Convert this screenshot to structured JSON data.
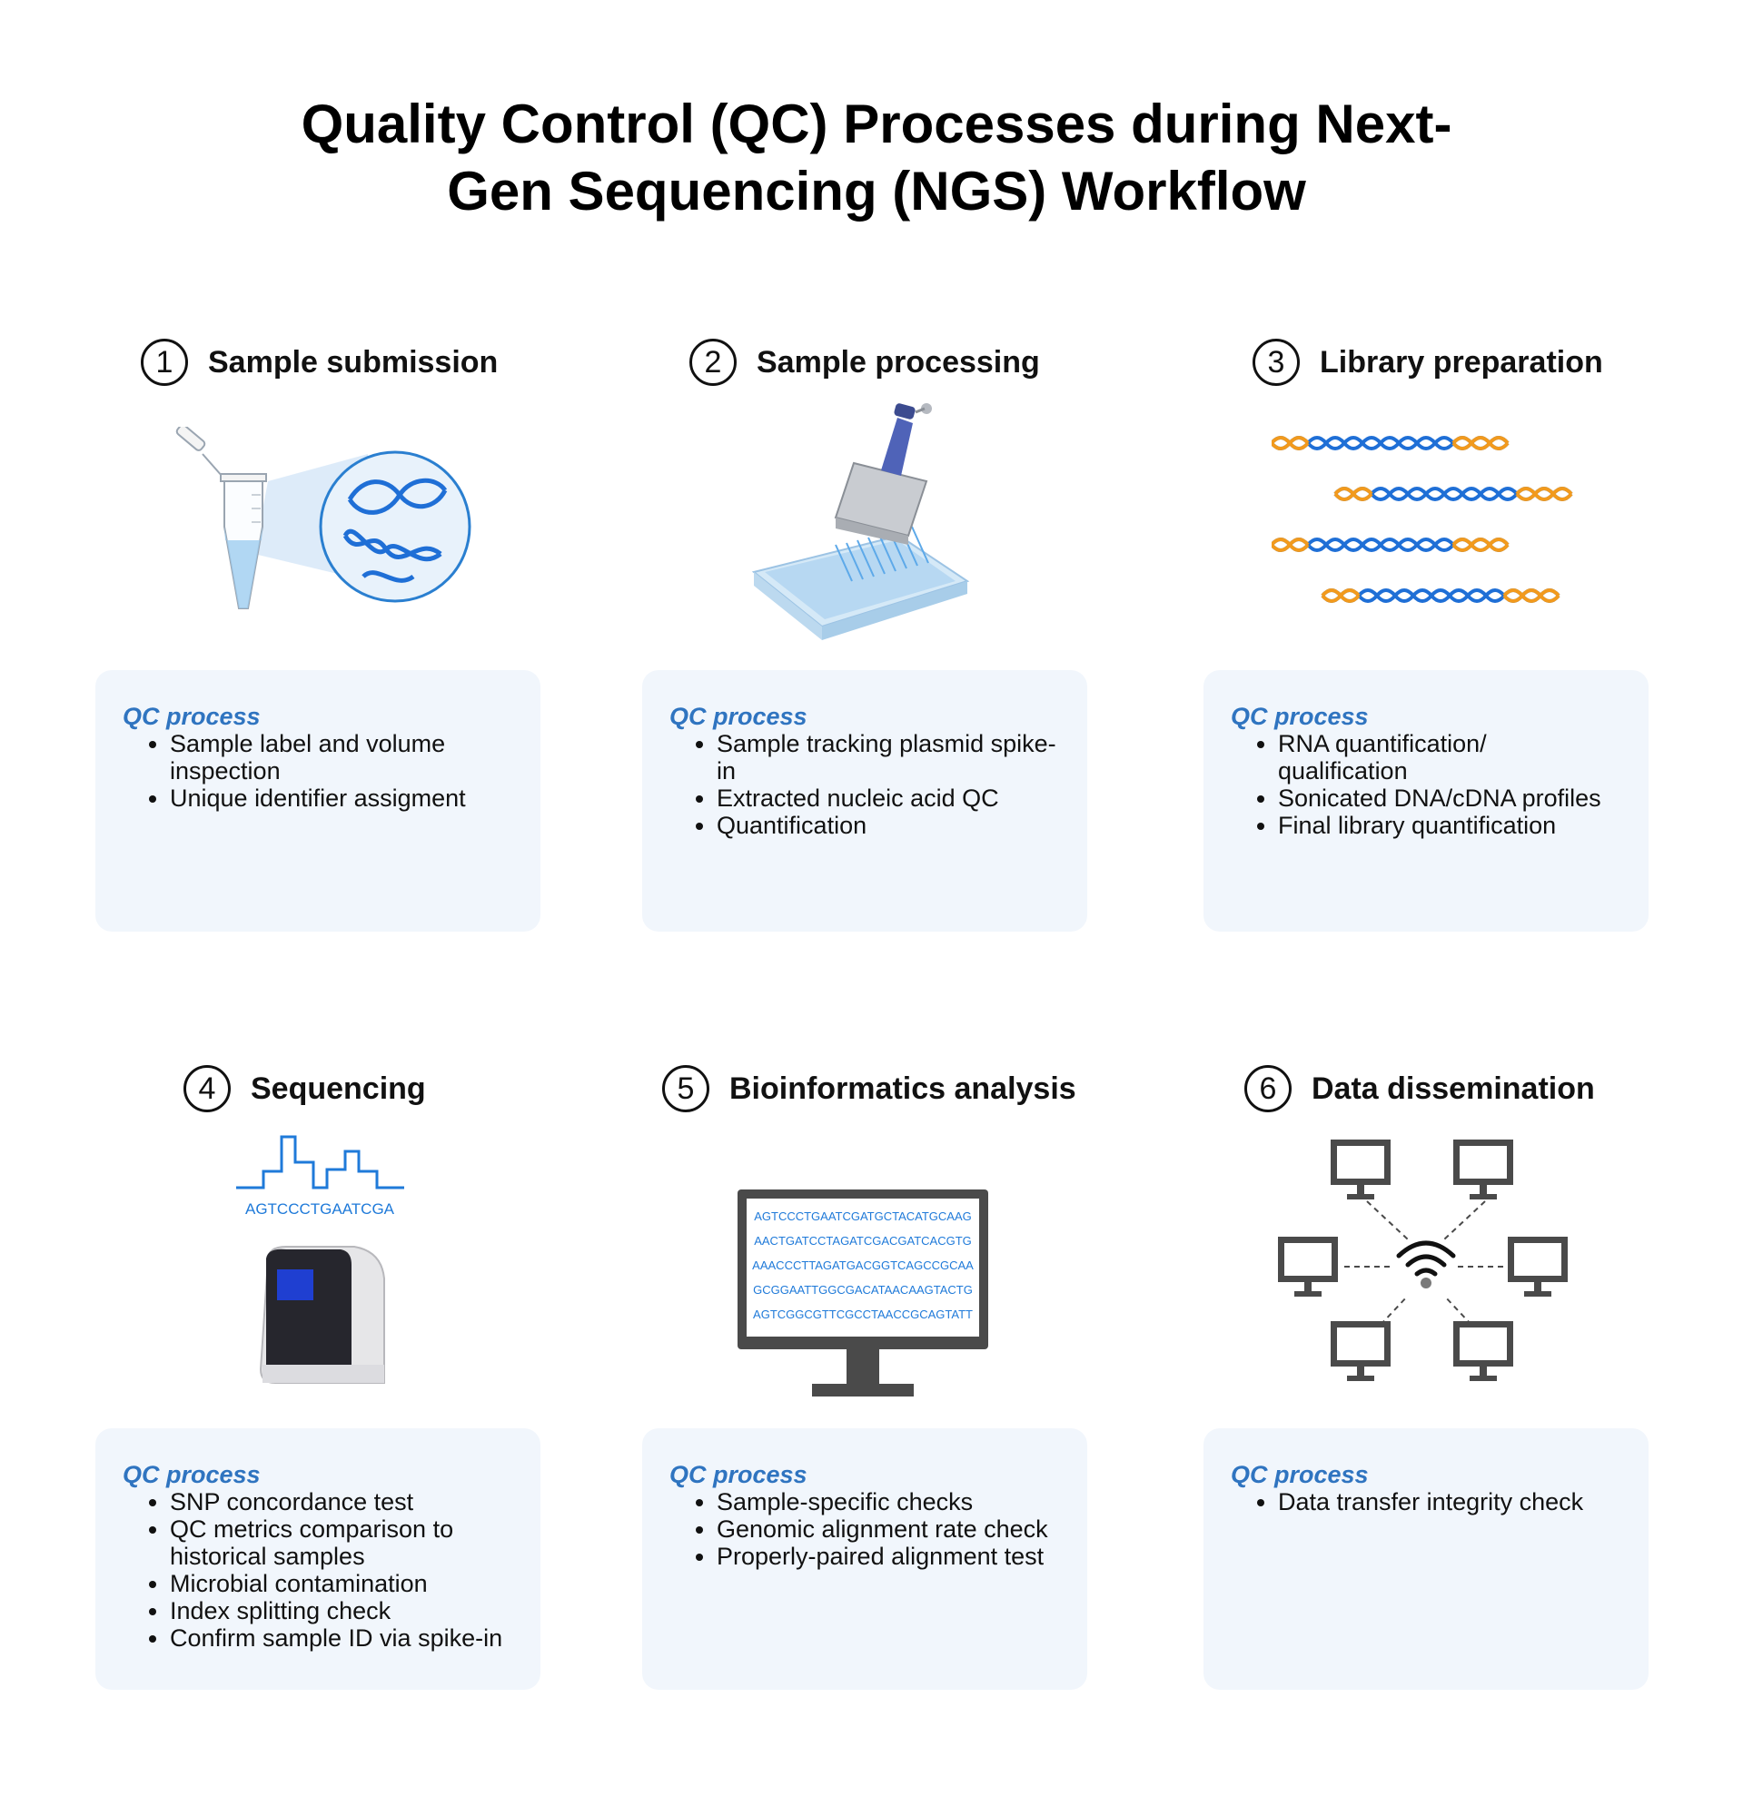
{
  "title": {
    "line1": "Quality Control (QC) Processes during Next-",
    "line2": "Gen Sequencing (NGS) Workflow"
  },
  "qc_label": "QC process",
  "steps": [
    {
      "number": "1",
      "title": "Sample submission",
      "items": [
        "Sample label and volume inspection",
        "Unique identifier assigment"
      ]
    },
    {
      "number": "2",
      "title": "Sample processing",
      "items": [
        "Sample tracking plasmid spike-in",
        "Extracted nucleic acid QC",
        "Quantification"
      ]
    },
    {
      "number": "3",
      "title": "Library preparation",
      "items": [
        "RNA quantification/ qualification",
        "Sonicated DNA/cDNA profiles",
        "Final library quantification"
      ]
    },
    {
      "number": "4",
      "title": "Sequencing",
      "items": [
        "SNP concordance test",
        "QC metrics comparison to historical samples",
        "Microbial contamination",
        "Index splitting check",
        "Confirm sample ID via spike-in"
      ]
    },
    {
      "number": "5",
      "title": "Bioinformatics analysis",
      "items": [
        "Sample-specific checks",
        "Genomic alignment rate check",
        "Properly-paired alignment test"
      ]
    },
    {
      "number": "6",
      "title": "Data dissemination",
      "items": [
        "Data transfer integrity check"
      ]
    }
  ],
  "sequencing_read": "AGTCCCTGAATCGA",
  "screen_sequences": [
    "AGTCCCTGAATCGATGCTACATGCAAG",
    "AACTGATCCTAGATCGACGATCACGTG",
    "AAACCCTTAGATGACGGTCAGCCGCAA",
    "GCGGAATTGGCGACATAACAAGTACTG",
    "AGTCGGCGTTCGCCTAACCGCAGTATT"
  ],
  "colors": {
    "accent_blue": "#2f74c0",
    "dna_blue": "#1f6fd6",
    "dna_orange": "#f29a1d",
    "box_bg": "#f1f6fc",
    "device_gray": "#4a4a4a"
  },
  "icons": [
    "microcentrifuge-tube-icon",
    "dna-magnifier-icon",
    "multichannel-pipette-icon",
    "well-plate-icon",
    "dna-strand-icon",
    "chromatogram-icon",
    "sequencer-icon",
    "monitor-icon",
    "computer-network-icon",
    "wifi-icon"
  ]
}
